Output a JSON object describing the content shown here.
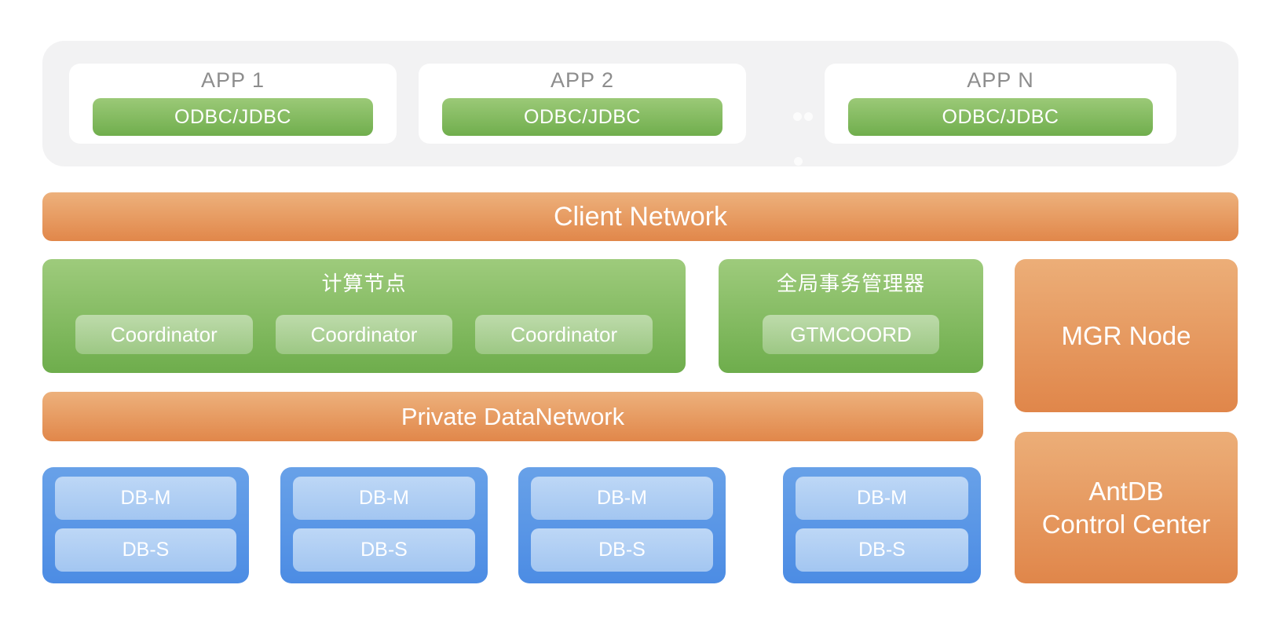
{
  "app_layer": {
    "apps": [
      {
        "label": "APP 1",
        "connector": "ODBC/JDBC"
      },
      {
        "label": "APP 2",
        "connector": "ODBC/JDBC"
      },
      {
        "label": "APP N",
        "connector": "ODBC/JDBC"
      }
    ],
    "ellipsis_dot_count": 3
  },
  "client_network": {
    "label": "Client Network"
  },
  "compute_node": {
    "title": "计算节点",
    "coordinators": [
      "Coordinator",
      "Coordinator",
      "Coordinator"
    ]
  },
  "gtm": {
    "title": "全局事务管理器",
    "coordinator": "GTMCOORD"
  },
  "mgr_node": {
    "label": "MGR Node"
  },
  "private_network": {
    "label": "Private DataNetwork"
  },
  "db_groups": [
    {
      "master": "DB-M",
      "standby": "DB-S"
    },
    {
      "master": "DB-M",
      "standby": "DB-S"
    },
    {
      "master": "DB-M",
      "standby": "DB-S"
    },
    {
      "master": "DB-M",
      "standby": "DB-S"
    }
  ],
  "control_center": {
    "line1": "AntDB",
    "line2": "Control Center"
  },
  "colors": {
    "panel_gray": "#f2f2f3",
    "app_label_gray": "#8d8d8d",
    "green_top": "#9ecb7c",
    "green_bottom": "#6ead4c",
    "orange_top": "#edb17c",
    "orange_bottom": "#e1874a",
    "blue_top": "#68a1e8",
    "blue_bottom": "#4c8ce4",
    "blue_inner_top": "#bdd7f6",
    "blue_inner_bottom": "#a3c6f1",
    "text_white": "#ffffff"
  }
}
